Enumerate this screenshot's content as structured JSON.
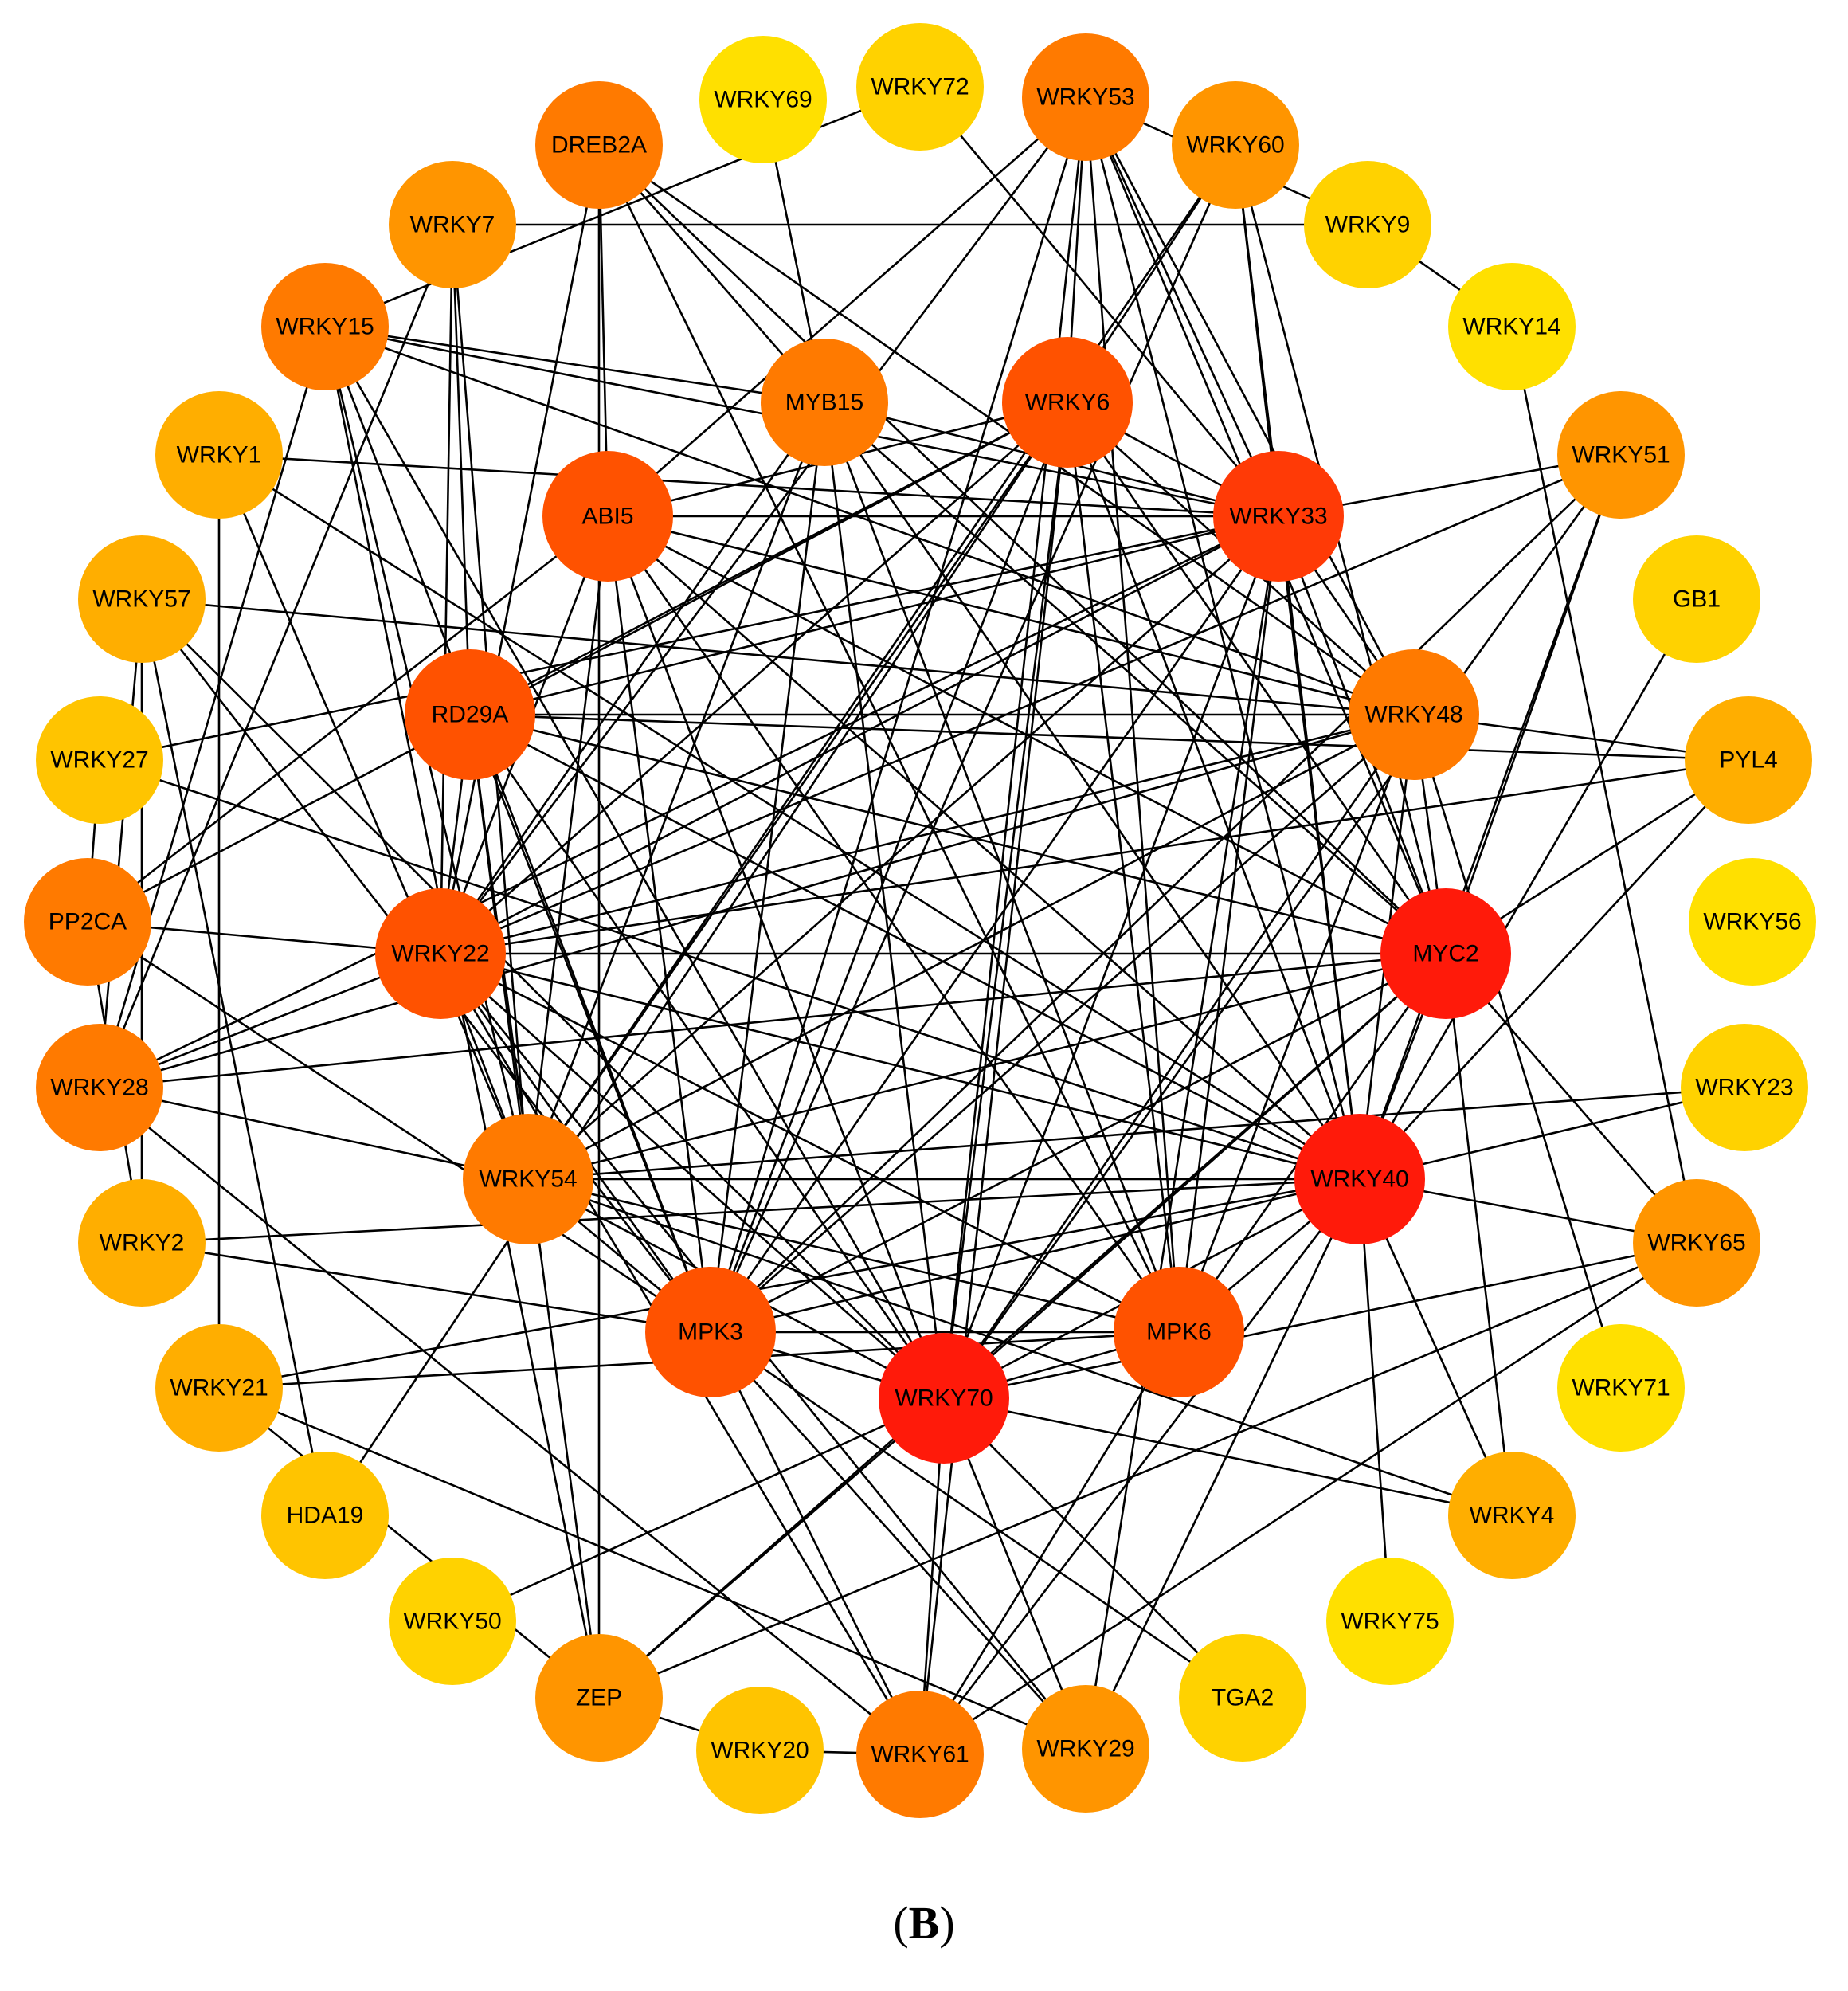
{
  "panel_label": {
    "open": "(",
    "letter": "B",
    "close": ")"
  },
  "palette": {
    "edge": "#000000",
    "red": "#ff1a0a",
    "red_orange": "#ff3a06",
    "orange_red": "#ff5200",
    "dark_orange": "#ff7a00",
    "orange": "#ff9500",
    "light_orange": "#ffae00",
    "amber": "#ffc400",
    "gold": "#ffd200",
    "yellow": "#ffe000"
  },
  "nodes": [
    {
      "id": "WRKY69",
      "label": "WRKY69",
      "color": "yellow",
      "size": "small"
    },
    {
      "id": "WRKY72",
      "label": "WRKY72",
      "color": "gold",
      "size": "small"
    },
    {
      "id": "WRKY53",
      "label": "WRKY53",
      "color": "dark_orange",
      "size": "small"
    },
    {
      "id": "WRKY60",
      "label": "WRKY60",
      "color": "orange",
      "size": "small"
    },
    {
      "id": "WRKY9",
      "label": "WRKY9",
      "color": "gold",
      "size": "small"
    },
    {
      "id": "WRKY14",
      "label": "WRKY14",
      "color": "yellow",
      "size": "small"
    },
    {
      "id": "WRKY51",
      "label": "WRKY51",
      "color": "orange",
      "size": "small"
    },
    {
      "id": "GB1",
      "label": "GB1",
      "color": "gold",
      "size": "small"
    },
    {
      "id": "PYL4",
      "label": "PYL4",
      "color": "light_orange",
      "size": "small"
    },
    {
      "id": "WRKY56",
      "label": "WRKY56",
      "color": "yellow",
      "size": "small"
    },
    {
      "id": "WRKY23",
      "label": "WRKY23",
      "color": "gold",
      "size": "small"
    },
    {
      "id": "WRKY65",
      "label": "WRKY65",
      "color": "orange",
      "size": "small"
    },
    {
      "id": "WRKY71",
      "label": "WRKY71",
      "color": "yellow",
      "size": "small"
    },
    {
      "id": "WRKY4",
      "label": "WRKY4",
      "color": "light_orange",
      "size": "small"
    },
    {
      "id": "WRKY75",
      "label": "WRKY75",
      "color": "yellow",
      "size": "small"
    },
    {
      "id": "TGA2",
      "label": "TGA2",
      "color": "gold",
      "size": "small"
    },
    {
      "id": "WRKY29",
      "label": "WRKY29",
      "color": "orange",
      "size": "small"
    },
    {
      "id": "WRKY61",
      "label": "WRKY61",
      "color": "dark_orange",
      "size": "small"
    },
    {
      "id": "WRKY20",
      "label": "WRKY20",
      "color": "amber",
      "size": "small"
    },
    {
      "id": "ZEP",
      "label": "ZEP",
      "color": "orange",
      "size": "small"
    },
    {
      "id": "WRKY50",
      "label": "WRKY50",
      "color": "gold",
      "size": "small"
    },
    {
      "id": "HDA19",
      "label": "HDA19",
      "color": "amber",
      "size": "small"
    },
    {
      "id": "WRKY21",
      "label": "WRKY21",
      "color": "light_orange",
      "size": "small"
    },
    {
      "id": "WRKY2",
      "label": "WRKY2",
      "color": "light_orange",
      "size": "small"
    },
    {
      "id": "WRKY28",
      "label": "WRKY28",
      "color": "dark_orange",
      "size": "small"
    },
    {
      "id": "PP2CA",
      "label": "PP2CA",
      "color": "dark_orange",
      "size": "small"
    },
    {
      "id": "WRKY27",
      "label": "WRKY27",
      "color": "amber",
      "size": "small"
    },
    {
      "id": "WRKY57",
      "label": "WRKY57",
      "color": "light_orange",
      "size": "small"
    },
    {
      "id": "WRKY1",
      "label": "WRKY1",
      "color": "light_orange",
      "size": "small"
    },
    {
      "id": "WRKY15",
      "label": "WRKY15",
      "color": "dark_orange",
      "size": "small"
    },
    {
      "id": "WRKY7",
      "label": "WRKY7",
      "color": "orange",
      "size": "small"
    },
    {
      "id": "DREB2A",
      "label": "DREB2A",
      "color": "dark_orange",
      "size": "small"
    },
    {
      "id": "MYB15",
      "label": "MYB15",
      "color": "dark_orange",
      "size": "small"
    },
    {
      "id": "WRKY6",
      "label": "WRKY6",
      "color": "orange_red",
      "size": "large"
    },
    {
      "id": "ABI5",
      "label": "ABI5",
      "color": "orange_red",
      "size": "large"
    },
    {
      "id": "WRKY33",
      "label": "WRKY33",
      "color": "red_orange",
      "size": "large"
    },
    {
      "id": "RD29A",
      "label": "RD29A",
      "color": "orange_red",
      "size": "medium"
    },
    {
      "id": "WRKY48",
      "label": "WRKY48",
      "color": "dark_orange",
      "size": "medium"
    },
    {
      "id": "WRKY22",
      "label": "WRKY22",
      "color": "orange_red",
      "size": "large"
    },
    {
      "id": "MYC2",
      "label": "MYC2",
      "color": "red",
      "size": "large"
    },
    {
      "id": "WRKY54",
      "label": "WRKY54",
      "color": "dark_orange",
      "size": "medium"
    },
    {
      "id": "WRKY40",
      "label": "WRKY40",
      "color": "red",
      "size": "large"
    },
    {
      "id": "MPK3",
      "label": "MPK3",
      "color": "orange_red",
      "size": "large"
    },
    {
      "id": "MPK6",
      "label": "MPK6",
      "color": "orange_red",
      "size": "medium"
    },
    {
      "id": "WRKY70",
      "label": "WRKY70",
      "color": "red",
      "size": "large"
    }
  ],
  "edges": [
    [
      "WRKY7",
      "WRKY9"
    ],
    [
      "WRKY7",
      "WRKY22"
    ],
    [
      "WRKY7",
      "RD29A"
    ],
    [
      "WRKY7",
      "WRKY54"
    ],
    [
      "WRKY7",
      "WRKY28"
    ],
    [
      "DREB2A",
      "ABI5"
    ],
    [
      "DREB2A",
      "ZEP"
    ],
    [
      "DREB2A",
      "MYB15"
    ],
    [
      "DREB2A",
      "WRKY48"
    ],
    [
      "DREB2A",
      "MPK6"
    ],
    [
      "DREB2A",
      "WRKY22"
    ],
    [
      "DREB2A",
      "MYC2"
    ],
    [
      "WRKY69",
      "MYB15"
    ],
    [
      "WRKY72",
      "WRKY15"
    ],
    [
      "WRKY72",
      "WRKY33"
    ],
    [
      "WRKY53",
      "ABI5"
    ],
    [
      "WRKY53",
      "WRKY6"
    ],
    [
      "WRKY53",
      "WRKY33"
    ],
    [
      "WRKY53",
      "WRKY48"
    ],
    [
      "WRKY53",
      "MYC2"
    ],
    [
      "WRKY53",
      "WRKY40"
    ],
    [
      "WRKY53",
      "WRKY70"
    ],
    [
      "WRKY53",
      "MPK6"
    ],
    [
      "WRKY53",
      "WRKY22"
    ],
    [
      "WRKY53",
      "MPK3"
    ],
    [
      "WRKY53",
      "WRKY9"
    ],
    [
      "WRKY60",
      "WRKY6"
    ],
    [
      "WRKY60",
      "WRKY33"
    ],
    [
      "WRKY60",
      "MYC2"
    ],
    [
      "WRKY60",
      "WRKY40"
    ],
    [
      "WRKY60",
      "WRKY54"
    ],
    [
      "WRKY60",
      "MPK3"
    ],
    [
      "WRKY9",
      "WRKY14"
    ],
    [
      "WRKY14",
      "WRKY65"
    ],
    [
      "WRKY51",
      "WRKY33"
    ],
    [
      "WRKY51",
      "MYC2"
    ],
    [
      "WRKY51",
      "WRKY40"
    ],
    [
      "WRKY51",
      "WRKY22"
    ],
    [
      "WRKY51",
      "MPK3"
    ],
    [
      "WRKY51",
      "WRKY70"
    ],
    [
      "GB1",
      "WRKY40"
    ],
    [
      "PYL4",
      "WRKY48"
    ],
    [
      "PYL4",
      "MYC2"
    ],
    [
      "PYL4",
      "RD29A"
    ],
    [
      "PYL4",
      "WRKY22"
    ],
    [
      "PYL4",
      "WRKY40"
    ],
    [
      "WRKY23",
      "WRKY40"
    ],
    [
      "WRKY23",
      "WRKY54"
    ],
    [
      "WRKY65",
      "MYC2"
    ],
    [
      "WRKY65",
      "WRKY40"
    ],
    [
      "WRKY65",
      "WRKY70"
    ],
    [
      "WRKY65",
      "ZEP"
    ],
    [
      "WRKY65",
      "WRKY61"
    ],
    [
      "WRKY71",
      "WRKY48"
    ],
    [
      "WRKY4",
      "WRKY40"
    ],
    [
      "WRKY4",
      "WRKY70"
    ],
    [
      "WRKY4",
      "MYC2"
    ],
    [
      "WRKY4",
      "WRKY54"
    ],
    [
      "WRKY75",
      "WRKY40"
    ],
    [
      "TGA2",
      "WRKY70"
    ],
    [
      "TGA2",
      "MPK3"
    ],
    [
      "WRKY29",
      "WRKY40"
    ],
    [
      "WRKY29",
      "WRKY70"
    ],
    [
      "WRKY29",
      "MPK3"
    ],
    [
      "WRKY29",
      "WRKY22"
    ],
    [
      "WRKY29",
      "WRKY21"
    ],
    [
      "WRKY29",
      "WRKY33"
    ],
    [
      "WRKY61",
      "WRKY70"
    ],
    [
      "WRKY61",
      "WRKY40"
    ],
    [
      "WRKY61",
      "MPK3"
    ],
    [
      "WRKY61",
      "MPK6"
    ],
    [
      "WRKY61",
      "WRKY6"
    ],
    [
      "WRKY61",
      "WRKY28"
    ],
    [
      "WRKY61",
      "WRKY20"
    ],
    [
      "WRKY61",
      "WRKY22"
    ],
    [
      "WRKY20",
      "ZEP"
    ],
    [
      "ZEP",
      "WRKY70"
    ],
    [
      "ZEP",
      "MYC2"
    ],
    [
      "ZEP",
      "WRKY21"
    ],
    [
      "ZEP",
      "RD29A"
    ],
    [
      "ZEP",
      "WRKY15"
    ],
    [
      "WRKY50",
      "WRKY70"
    ],
    [
      "HDA19",
      "WRKY57"
    ],
    [
      "HDA19",
      "WRKY6"
    ],
    [
      "WRKY21",
      "WRKY40"
    ],
    [
      "WRKY21",
      "WRKY1"
    ],
    [
      "WRKY21",
      "MPK6"
    ],
    [
      "WRKY2",
      "MPK3"
    ],
    [
      "WRKY2",
      "WRKY40"
    ],
    [
      "WRKY2",
      "WRKY57"
    ],
    [
      "WRKY28",
      "WRKY22"
    ],
    [
      "WRKY28",
      "WRKY54"
    ],
    [
      "WRKY28",
      "WRKY33"
    ],
    [
      "WRKY28",
      "MYC2"
    ],
    [
      "WRKY28",
      "WRKY48"
    ],
    [
      "WRKY28",
      "WRKY15"
    ],
    [
      "WRKY28",
      "WRKY57"
    ],
    [
      "PP2CA",
      "WRKY22"
    ],
    [
      "PP2CA",
      "ABI5"
    ],
    [
      "PP2CA",
      "MPK3"
    ],
    [
      "PP2CA",
      "WRKY27"
    ],
    [
      "PP2CA",
      "WRKY6"
    ],
    [
      "PP2CA",
      "WRKY2"
    ],
    [
      "WRKY27",
      "WRKY40"
    ],
    [
      "WRKY27",
      "WRKY33"
    ],
    [
      "WRKY57",
      "WRKY48"
    ],
    [
      "WRKY57",
      "WRKY70"
    ],
    [
      "WRKY57",
      "MPK3"
    ],
    [
      "WRKY1",
      "WRKY40"
    ],
    [
      "WRKY1",
      "WRKY33"
    ],
    [
      "WRKY1",
      "WRKY54"
    ],
    [
      "WRKY15",
      "MYB15"
    ],
    [
      "WRKY15",
      "WRKY33"
    ],
    [
      "WRKY15",
      "WRKY70"
    ],
    [
      "WRKY15",
      "WRKY54"
    ],
    [
      "WRKY15",
      "MPK3"
    ],
    [
      "WRKY15",
      "WRKY48"
    ],
    [
      "MYB15",
      "WRKY33"
    ],
    [
      "MYB15",
      "WRKY70"
    ],
    [
      "MYB15",
      "MYC2"
    ],
    [
      "MYB15",
      "WRKY22"
    ],
    [
      "MYB15",
      "MPK3"
    ],
    [
      "MYB15",
      "WRKY54"
    ],
    [
      "MYB15",
      "WRKY40"
    ],
    [
      "MYB15",
      "MPK6"
    ],
    [
      "WRKY6",
      "WRKY33"
    ],
    [
      "WRKY6",
      "WRKY70"
    ],
    [
      "WRKY6",
      "MYC2"
    ],
    [
      "WRKY6",
      "WRKY40"
    ],
    [
      "WRKY6",
      "WRKY22"
    ],
    [
      "WRKY6",
      "MPK3"
    ],
    [
      "WRKY6",
      "MPK6"
    ],
    [
      "WRKY6",
      "ABI5"
    ],
    [
      "WRKY6",
      "RD29A"
    ],
    [
      "WRKY6",
      "WRKY54"
    ],
    [
      "WRKY6",
      "WRKY48"
    ],
    [
      "ABI5",
      "WRKY33"
    ],
    [
      "ABI5",
      "WRKY70"
    ],
    [
      "ABI5",
      "MYC2"
    ],
    [
      "ABI5",
      "WRKY40"
    ],
    [
      "ABI5",
      "WRKY22"
    ],
    [
      "ABI5",
      "MPK3"
    ],
    [
      "ABI5",
      "MPK6"
    ],
    [
      "ABI5",
      "WRKY48"
    ],
    [
      "ABI5",
      "WRKY54"
    ],
    [
      "WRKY33",
      "WRKY70"
    ],
    [
      "WRKY33",
      "MYC2"
    ],
    [
      "WRKY33",
      "WRKY40"
    ],
    [
      "WRKY33",
      "WRKY22"
    ],
    [
      "WRKY33",
      "MPK3"
    ],
    [
      "WRKY33",
      "MPK6"
    ],
    [
      "WRKY33",
      "RD29A"
    ],
    [
      "WRKY33",
      "WRKY54"
    ],
    [
      "WRKY33",
      "WRKY48"
    ],
    [
      "RD29A",
      "WRKY70"
    ],
    [
      "RD29A",
      "MYC2"
    ],
    [
      "RD29A",
      "WRKY40"
    ],
    [
      "RD29A",
      "MPK3"
    ],
    [
      "RD29A",
      "WRKY48"
    ],
    [
      "RD29A",
      "WRKY22"
    ],
    [
      "RD29A",
      "WRKY54"
    ],
    [
      "WRKY48",
      "WRKY70"
    ],
    [
      "WRKY48",
      "MYC2"
    ],
    [
      "WRKY48",
      "WRKY40"
    ],
    [
      "WRKY48",
      "WRKY22"
    ],
    [
      "WRKY48",
      "MPK3"
    ],
    [
      "WRKY48",
      "MPK6"
    ],
    [
      "WRKY48",
      "WRKY54"
    ],
    [
      "WRKY22",
      "WRKY70"
    ],
    [
      "WRKY22",
      "MYC2"
    ],
    [
      "WRKY22",
      "WRKY40"
    ],
    [
      "WRKY22",
      "MPK3"
    ],
    [
      "WRKY22",
      "MPK6"
    ],
    [
      "WRKY22",
      "WRKY54"
    ],
    [
      "MYC2",
      "WRKY70"
    ],
    [
      "MYC2",
      "WRKY40"
    ],
    [
      "MYC2",
      "MPK3"
    ],
    [
      "MYC2",
      "MPK6"
    ],
    [
      "MYC2",
      "WRKY54"
    ],
    [
      "WRKY54",
      "WRKY70"
    ],
    [
      "WRKY54",
      "WRKY40"
    ],
    [
      "WRKY54",
      "MPK3"
    ],
    [
      "WRKY54",
      "MPK6"
    ],
    [
      "WRKY40",
      "WRKY70"
    ],
    [
      "WRKY40",
      "MPK3"
    ],
    [
      "WRKY40",
      "MPK6"
    ],
    [
      "MPK3",
      "WRKY70"
    ],
    [
      "MPK3",
      "MPK6"
    ],
    [
      "MPK6",
      "WRKY70"
    ]
  ]
}
